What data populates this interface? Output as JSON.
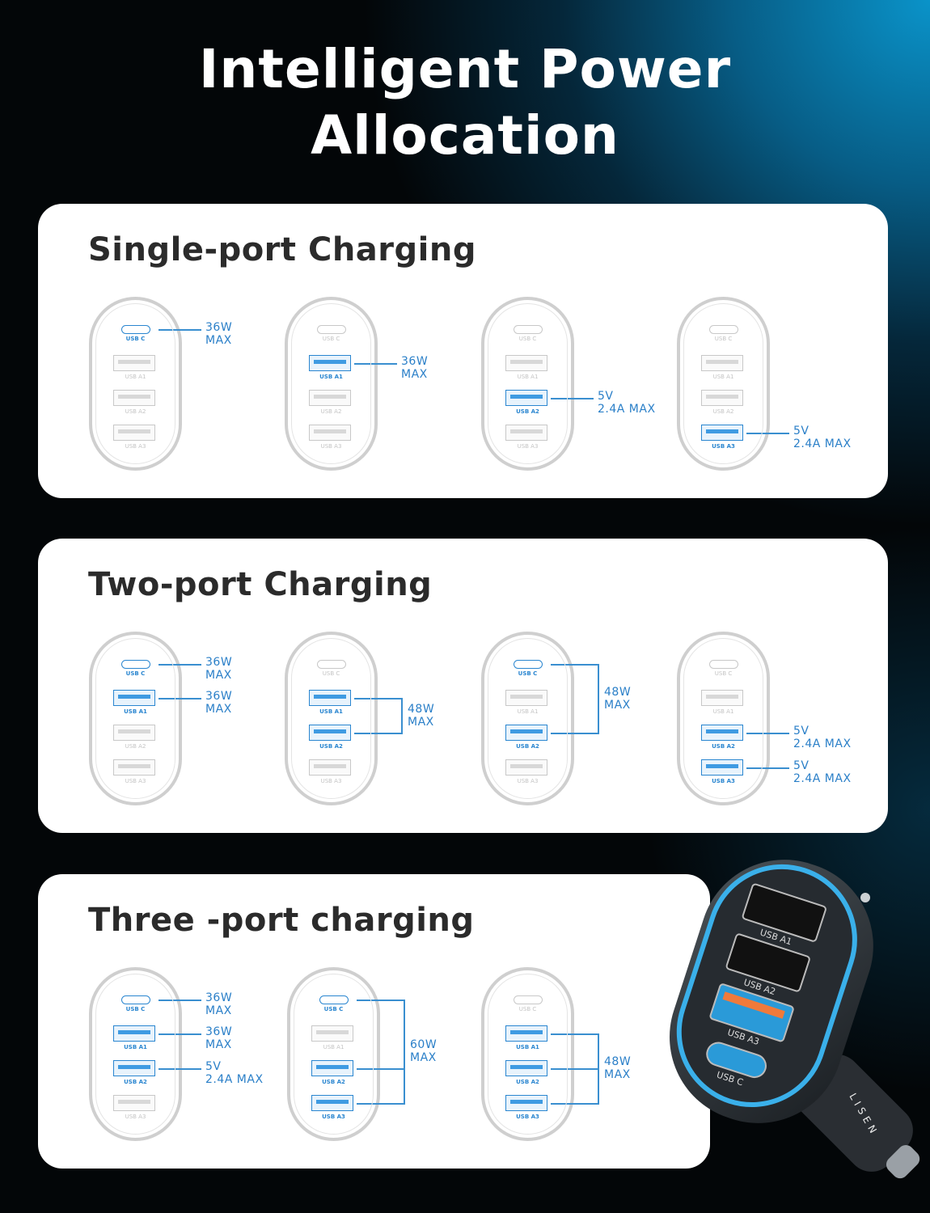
{
  "title": [
    "Intelligent Power",
    "Allocation"
  ],
  "port_names": {
    "C": "USB C",
    "A1": "USB A1",
    "A2": "USB A2",
    "A3": "USB A3"
  },
  "colors": {
    "accent": "#2a86d0",
    "inactive": "#c8c8c8",
    "panel": "#ffffff"
  },
  "sections": [
    {
      "title": "Single-port Charging",
      "diagrams": [
        {
          "active": [
            "C"
          ],
          "labels": [
            {
              "ports": [
                "C"
              ],
              "text": [
                "36W",
                "MAX"
              ]
            }
          ]
        },
        {
          "active": [
            "A1"
          ],
          "labels": [
            {
              "ports": [
                "A1"
              ],
              "text": [
                "36W",
                "MAX"
              ]
            }
          ]
        },
        {
          "active": [
            "A2"
          ],
          "labels": [
            {
              "ports": [
                "A2"
              ],
              "text": [
                "5V",
                "2.4A MAX"
              ]
            }
          ]
        },
        {
          "active": [
            "A3"
          ],
          "labels": [
            {
              "ports": [
                "A3"
              ],
              "text": [
                "5V",
                "2.4A MAX"
              ]
            }
          ]
        }
      ]
    },
    {
      "title": "Two-port Charging",
      "diagrams": [
        {
          "active": [
            "C",
            "A1"
          ],
          "labels": [
            {
              "ports": [
                "C"
              ],
              "text": [
                "36W",
                "MAX"
              ]
            },
            {
              "ports": [
                "A1"
              ],
              "text": [
                "36W",
                "MAX"
              ]
            }
          ]
        },
        {
          "active": [
            "A1",
            "A2"
          ],
          "labels": [
            {
              "ports": [
                "A1",
                "A2"
              ],
              "text": [
                "48W",
                "MAX"
              ]
            }
          ]
        },
        {
          "active": [
            "C",
            "A2"
          ],
          "labels": [
            {
              "ports": [
                "C",
                "A2"
              ],
              "text": [
                "48W",
                "MAX"
              ]
            }
          ]
        },
        {
          "active": [
            "A2",
            "A3"
          ],
          "labels": [
            {
              "ports": [
                "A2"
              ],
              "text": [
                "5V",
                "2.4A MAX"
              ]
            },
            {
              "ports": [
                "A3"
              ],
              "text": [
                "5V",
                "2.4A MAX"
              ]
            }
          ]
        }
      ]
    },
    {
      "title": "Three -port charging",
      "diagrams": [
        {
          "active": [
            "C",
            "A1",
            "A2"
          ],
          "labels": [
            {
              "ports": [
                "C"
              ],
              "text": [
                "36W",
                "MAX"
              ]
            },
            {
              "ports": [
                "A1"
              ],
              "text": [
                "36W",
                "MAX"
              ]
            },
            {
              "ports": [
                "A2"
              ],
              "text": [
                "5V",
                "2.4A MAX"
              ]
            }
          ]
        },
        {
          "active": [
            "C",
            "A2",
            "A3"
          ],
          "labels": [
            {
              "ports": [
                "C",
                "A2",
                "A3"
              ],
              "text": [
                "60W",
                "MAX"
              ]
            }
          ]
        },
        {
          "active": [
            "A1",
            "A2",
            "A3"
          ],
          "labels": [
            {
              "ports": [
                "A1",
                "A2",
                "A3"
              ],
              "text": [
                "48W",
                "MAX"
              ]
            }
          ]
        }
      ]
    }
  ],
  "product": {
    "brand": "LISEN",
    "ports": [
      "USB A1",
      "USB A2",
      "USB A3",
      "USB C"
    ]
  }
}
